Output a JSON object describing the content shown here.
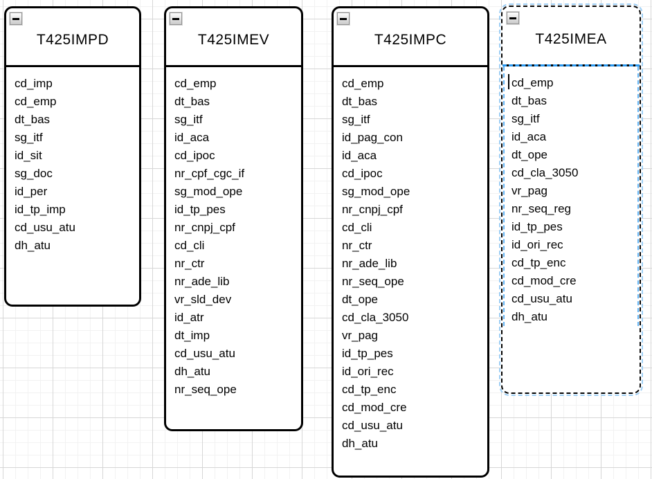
{
  "canvas": {
    "background_color": "#ffffff",
    "grid_minor_color": "#f2f2f2",
    "grid_major_color": "#d6d6d6",
    "shape_border_color": "#000000",
    "selection_accent_color": "#2b99f0",
    "selection_accent_light": "#9ccef5"
  },
  "collapse_button": {
    "symbol": "minus"
  },
  "entities": [
    {
      "title": "T425IMPD",
      "selected": false,
      "fields": [
        "cd_imp",
        "cd_emp",
        "dt_bas",
        "sg_itf",
        "id_sit",
        "sg_doc",
        "id_per",
        "id_tp_imp",
        "cd_usu_atu",
        "dh_atu"
      ]
    },
    {
      "title": "T425IMEV",
      "selected": false,
      "fields": [
        "cd_emp",
        "dt_bas",
        "sg_itf",
        "id_aca",
        "cd_ipoc",
        "nr_cpf_cgc_if",
        "sg_mod_ope",
        "id_tp_pes",
        "nr_cnpj_cpf",
        "cd_cli",
        "nr_ctr",
        "nr_ade_lib",
        "vr_sld_dev",
        "id_atr",
        "dt_imp",
        "cd_usu_atu",
        "dh_atu",
        "nr_seq_ope"
      ]
    },
    {
      "title": "T425IMPC",
      "selected": false,
      "fields": [
        "cd_emp",
        "dt_bas",
        "sg_itf",
        "id_pag_con",
        "id_aca",
        "cd_ipoc",
        "sg_mod_ope",
        "nr_cnpj_cpf",
        "cd_cli",
        "nr_ctr",
        "nr_ade_lib",
        "nr_seq_ope",
        "dt_ope",
        "cd_cla_3050",
        "vr_pag",
        "id_tp_pes",
        "id_ori_rec",
        "cd_tp_enc",
        "cd_mod_cre",
        "cd_usu_atu",
        "dh_atu"
      ]
    },
    {
      "title": "T425IMEA",
      "selected": true,
      "fields": [
        "cd_emp",
        "dt_bas",
        "sg_itf",
        "id_aca",
        "dt_ope",
        "cd_cla_3050",
        "vr_pag",
        "nr_seq_reg",
        "id_tp_pes",
        "id_ori_rec",
        "cd_tp_enc",
        "cd_mod_cre",
        "cd_usu_atu",
        "dh_atu"
      ]
    }
  ]
}
